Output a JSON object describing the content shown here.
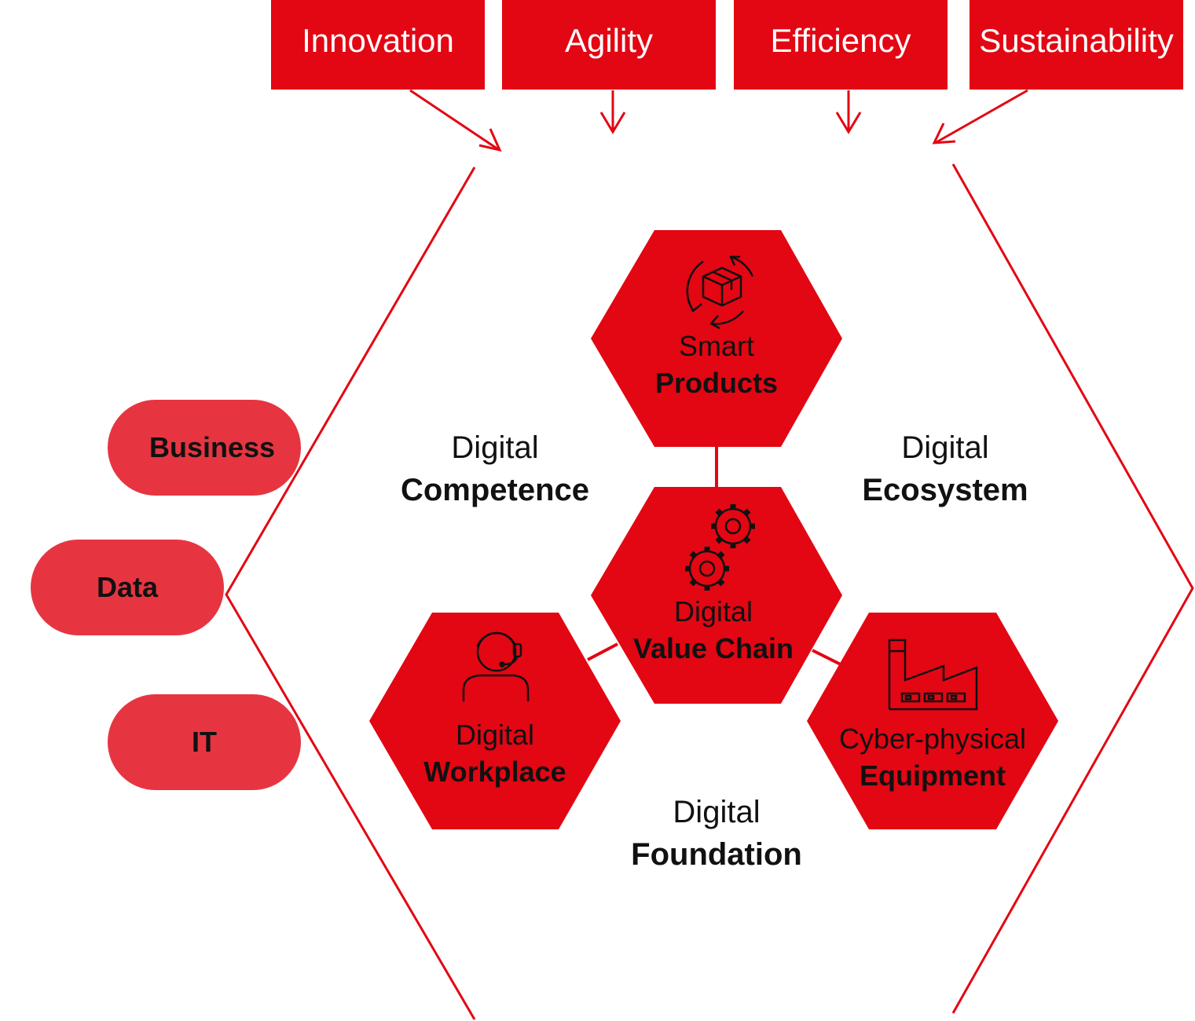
{
  "colors": {
    "brand_red": "#E30613",
    "pill_red": "#E63541",
    "text": "#111111",
    "white": "#ffffff"
  },
  "drivers": [
    "Innovation",
    "Agility",
    "Efficiency",
    "Sustainability"
  ],
  "layers": [
    "Business",
    "Data",
    "IT"
  ],
  "areas": {
    "competence": {
      "line1": "Digital",
      "line2": "Competence"
    },
    "ecosystem": {
      "line1": "Digital",
      "line2": "Ecosystem"
    },
    "foundation": {
      "line1": "Digital",
      "line2": "Foundation"
    }
  },
  "hexagons": {
    "products": {
      "line1": "Smart",
      "line2": "Products",
      "icon": "rotating-box-icon"
    },
    "value_chain": {
      "line1": "Digital",
      "line2": "Value Chain",
      "icon": "gears-icon"
    },
    "workplace": {
      "line1": "Digital",
      "line2": "Workplace",
      "icon": "headset-person-icon"
    },
    "equipment": {
      "line1": "Cyber-physical",
      "line2": "Equipment",
      "icon": "factory-icon"
    }
  }
}
